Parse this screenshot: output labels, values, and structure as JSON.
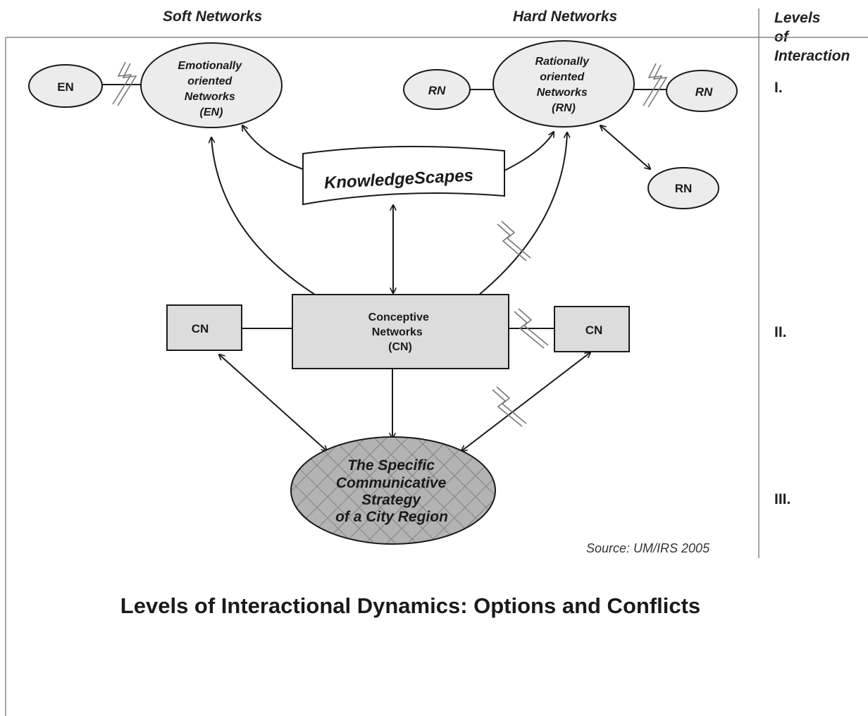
{
  "headers": {
    "soft": "Soft Networks",
    "hard": "Hard Networks",
    "levels_title": [
      "Levels",
      "of",
      "Interaction"
    ]
  },
  "levels": [
    "I.",
    "II.",
    "III."
  ],
  "nodes": {
    "en_small": "EN",
    "en_main": [
      "Emotionally",
      "oriented",
      "Networks",
      "(EN)"
    ],
    "rn_left": "RN",
    "rn_main": [
      "Rationally",
      "oriented",
      "Networks",
      "(RN)"
    ],
    "rn_right": "RN",
    "rn_bottom": "RN",
    "knowledgescapes": "KnowledgeScapes",
    "cn_left": "CN",
    "cn_main": [
      "Conceptive",
      "Networks",
      "(CN)"
    ],
    "cn_right": "CN",
    "strategy": [
      "The Specific",
      "Communicative",
      "Strategy",
      "of a City Region"
    ]
  },
  "source": "Source: UM/IRS 2005",
  "caption": "Levels of Interactional Dynamics: Options and Conflicts"
}
